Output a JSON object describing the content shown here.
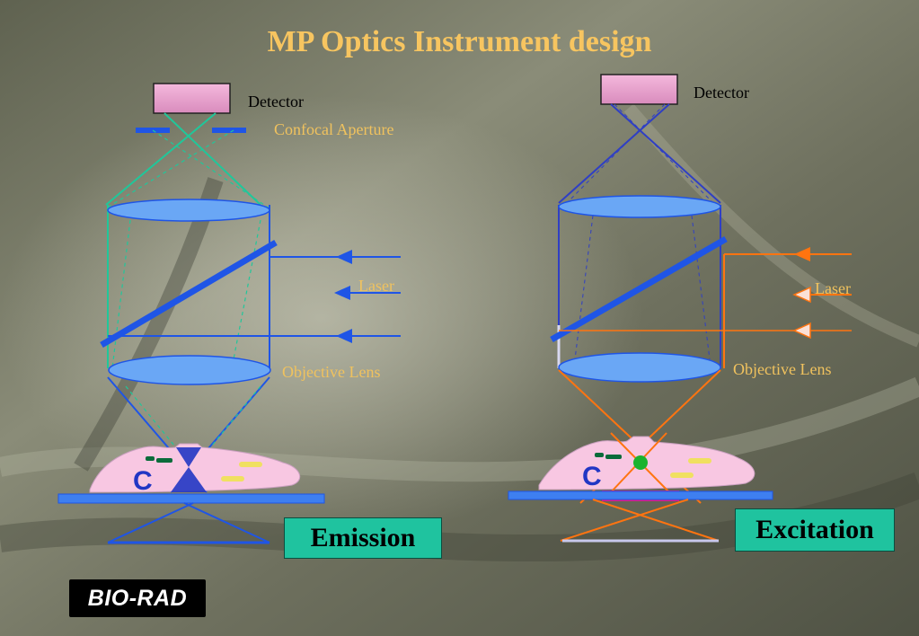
{
  "slide": {
    "title": "MP Optics Instrument design"
  },
  "left_panel": {
    "detector_label": "Detector",
    "aperture_label": "Confocal Aperture",
    "laser_label": "Laser",
    "objective_label": "Objective Lens",
    "sample_label": "C",
    "mode_label": "Emission"
  },
  "right_panel": {
    "detector_label": "Detector",
    "laser_label": "Laser",
    "objective_label": "Objective Lens",
    "sample_label": "C",
    "mode_label": "Excitation"
  },
  "logo": {
    "text": "BIO-RAD"
  },
  "colors": {
    "title": "#f7c560",
    "gold_label": "#f0c25e",
    "emission_ray": "#20c79a",
    "optics_blue": "#1f55e6",
    "excitation_ray": "#ff7410",
    "mode_box": "#1fc39f",
    "detector": "#e6a0cc",
    "lens": "#6aa7f5",
    "sample": "#f8c7e2"
  }
}
